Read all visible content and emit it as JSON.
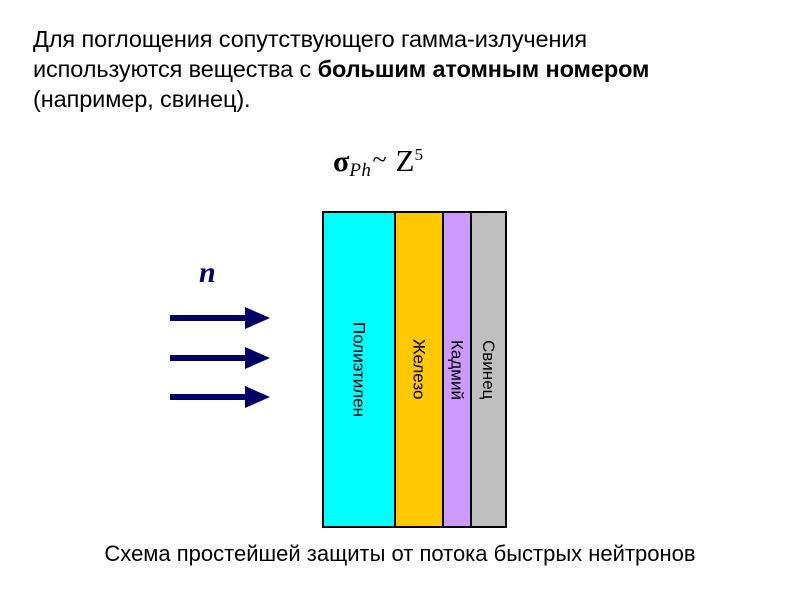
{
  "slide": {
    "background_color": "#FFFFFF",
    "intro": {
      "line1": "Для поглощения сопутствующего гамма-излучения",
      "line2_before": "используются вещества с ",
      "line2_bold": "большим атомным номером",
      "line3": "(например, свинец)."
    },
    "formula": {
      "symbol": "σ",
      "subscript": "Ph",
      "relation": "~",
      "variable": "Z",
      "exponent": "5",
      "plain": "σPh ~ Z5"
    },
    "flux": {
      "label": "n",
      "label_color": "#000066",
      "arrow_color": "#000066",
      "arrow_count": 3
    },
    "shield": {
      "border_color": "#000000",
      "layers": [
        {
          "name": "Полиэтилен",
          "color": "#00FFFF"
        },
        {
          "name": "Железо",
          "color": "#FFC800"
        },
        {
          "name": "Кадмий",
          "color": "#CC99FF"
        },
        {
          "name": "Свинец",
          "color": "#BFBFBF"
        }
      ]
    },
    "caption": "Схема простейшей защиты от потока быстрых нейтронов"
  }
}
